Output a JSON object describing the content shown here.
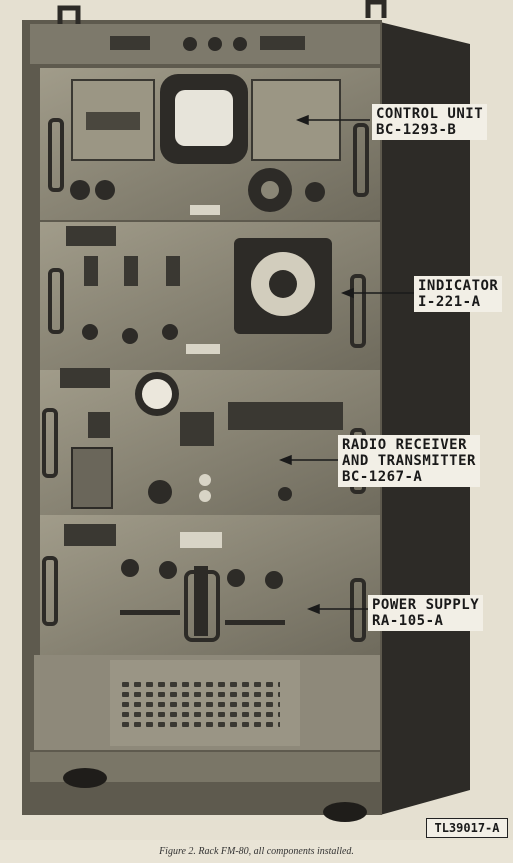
{
  "labels": {
    "control_unit": {
      "line1": "CONTROL UNIT",
      "line2": "BC-1293-B"
    },
    "indicator": {
      "line1": "INDICATOR",
      "line2": "I-221-A"
    },
    "radio": {
      "line1": "RADIO RECEIVER",
      "line2": "AND TRANSMITTER",
      "line3": "BC-1267-A"
    },
    "power_supply": {
      "line1": "POWER SUPPLY",
      "line2": "RA-105-A"
    }
  },
  "tl_code": "TL39017-A",
  "caption": "Figure 2.   Rack FM-80, all components installed.",
  "colors": {
    "metal": "#8a8676",
    "dark": "#2d2b27",
    "paper": "#f2efe6"
  }
}
